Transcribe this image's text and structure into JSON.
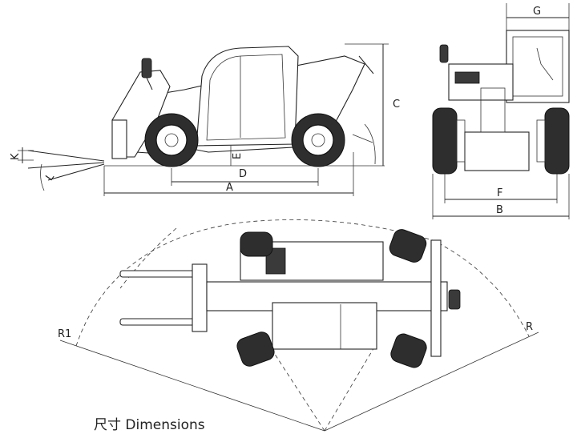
{
  "caption": "尺寸 Dimensions",
  "side_view": {
    "labels": {
      "A": "A",
      "C": "C",
      "D": "D",
      "E": "E",
      "K": "K",
      "L": "L"
    }
  },
  "rear_view": {
    "labels": {
      "B": "B",
      "F": "F",
      "G": "G"
    }
  },
  "top_view": {
    "labels": {
      "R1": "R1",
      "R": "R"
    }
  }
}
